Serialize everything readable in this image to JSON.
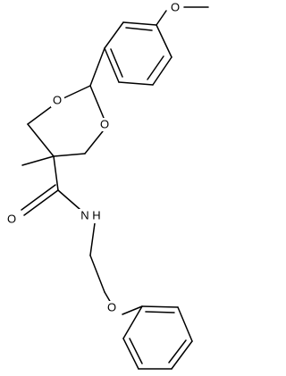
{
  "molecule": {
    "atoms": {
      "methoxy_oxygen": "O",
      "ring_oxygen_1": "O",
      "ring_oxygen_2": "O",
      "carbonyl_oxygen": "O",
      "amide_nitrogen": "N",
      "amide_hydrogen": "H",
      "ether_oxygen": "O"
    }
  }
}
